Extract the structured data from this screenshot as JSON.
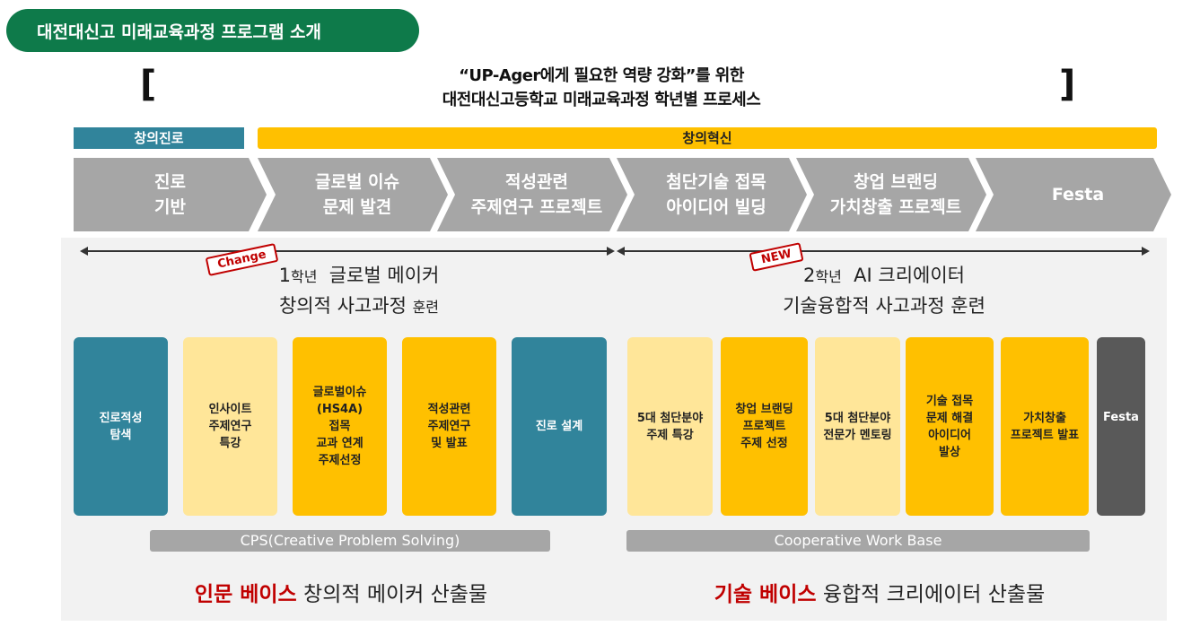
{
  "title": "대전대신고 미래교육과정 프로그램 소개",
  "bracket_left": "[",
  "bracket_right": "]",
  "subtitle_line1": "“UP-Ager에게 필요한 역량 강화”를 위한",
  "subtitle_line2": "대전대신고등학교 미래교육과정 학년별 프로세스",
  "categories": [
    "창의진로",
    "창의혁신"
  ],
  "process": [
    {
      "line1": "진로",
      "line2": "기반"
    },
    {
      "line1": "글로벌 이슈",
      "line2": "문제 발견"
    },
    {
      "line1": "적성관련",
      "line2": "주제연구 프로젝트"
    },
    {
      "line1": "첨단기술 접목",
      "line2": "아이디어 빌딩"
    },
    {
      "line1": "창업 브랜딩",
      "line2": "가치창출 프로젝트"
    },
    {
      "line1": "Festa",
      "line2": ""
    }
  ],
  "grade1": {
    "tag": "Change",
    "num": "1",
    "grade_word": "학년",
    "title": "글로벌 메이커",
    "subtitle": "창의적 사고과정",
    "suffix": "훈련",
    "boxes": [
      "진로적성\n탐색",
      "인사이트\n주제연구\n특강",
      "글로벌이슈\n(HS4A)\n접목\n교과 연계\n주제선정",
      "적성관련\n주제연구\n및 발표",
      "진로 설계"
    ],
    "base": "CPS(Creative Problem Solving)",
    "output_highlight": "인문 베이스",
    "output_rest": "창의적 메이커 산출물"
  },
  "grade2": {
    "tag": "NEW",
    "num": "2",
    "grade_word": "학년",
    "title": "AI 크리에이터",
    "subtitle": "기술융합적 사고과정 훈련",
    "boxes": [
      "5대 첨단분야\n주제 특강",
      "창업 브랜딩\n프로젝트\n주제 선정",
      "5대 첨단분야\n전문가 멘토링",
      "기술 접목\n문제 해결\n아이디어\n발상",
      "가치창출\n프로젝트 발표",
      "Festa"
    ],
    "base": "Cooperative Work Base",
    "output_highlight": "기술 베이스",
    "output_rest": "융합적 크리에이터 산출물"
  },
  "colors": {
    "title_green": "#0e7a4a",
    "teal": "#31849b",
    "gold": "#ffc000",
    "light_gold": "#ffe699",
    "gray": "#a6a6a6",
    "dark_gray": "#595959",
    "highlight_red": "#c00000"
  }
}
